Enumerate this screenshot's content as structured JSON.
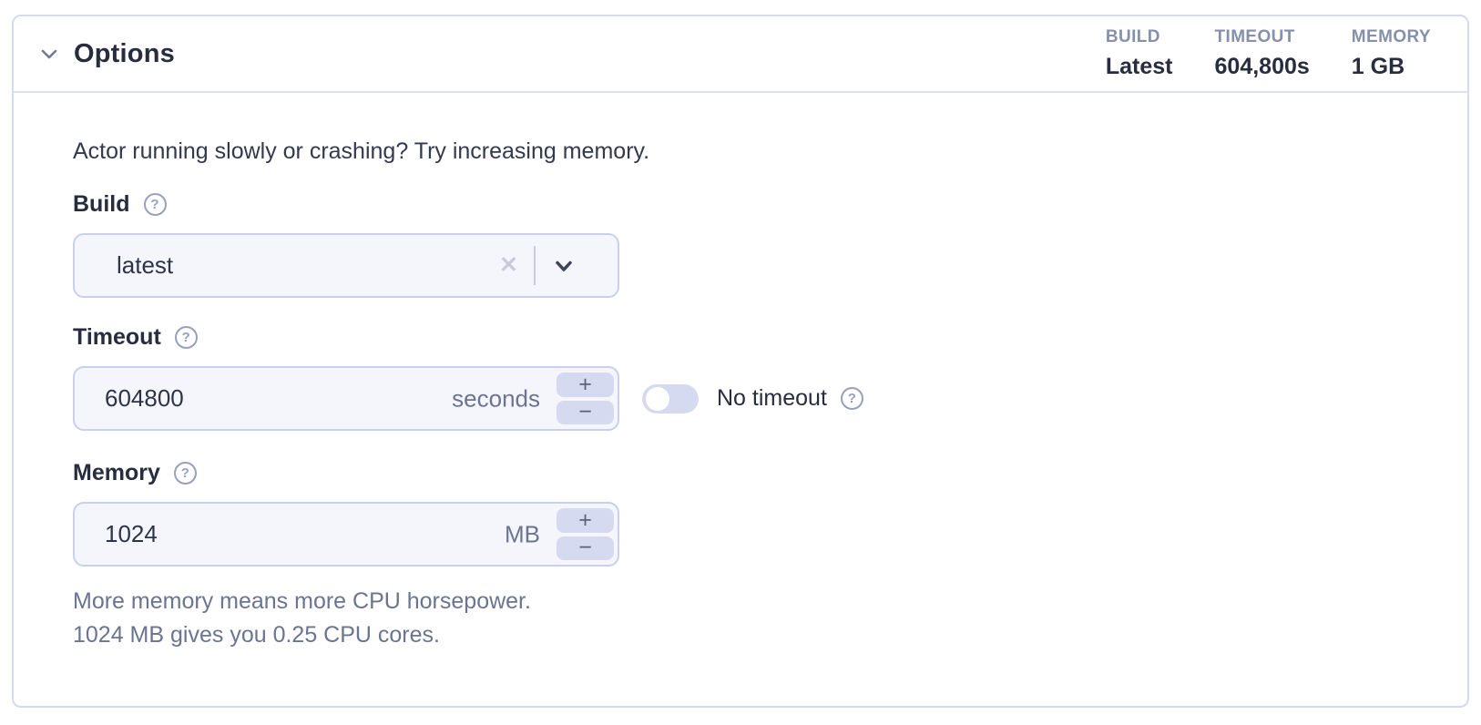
{
  "header": {
    "title": "Options",
    "stats": [
      {
        "label": "BUILD",
        "value": "Latest"
      },
      {
        "label": "TIMEOUT",
        "value": "604,800s"
      },
      {
        "label": "MEMORY",
        "value": "1 GB"
      }
    ]
  },
  "body": {
    "intro": "Actor running slowly or crashing? Try increasing memory.",
    "build": {
      "label": "Build",
      "value": "latest"
    },
    "timeout": {
      "label": "Timeout",
      "value": "604800",
      "unit": "seconds",
      "toggle_label": "No timeout",
      "toggle_state": "off"
    },
    "memory": {
      "label": "Memory",
      "value": "1024",
      "unit": "MB",
      "help_line1": "More memory means more CPU horsepower.",
      "help_line2": "1024 MB gives you 0.25 CPU cores."
    }
  },
  "icons": {
    "help": "?",
    "clear": "✕",
    "increment": "+",
    "decrement": "−"
  },
  "colors": {
    "card_border": "#d4daf0",
    "field_bg": "#f5f6fc",
    "field_border": "#c9d0ed",
    "accent_fill": "#d6daf1",
    "muted_text": "#6b7490",
    "stat_label": "#8590ac",
    "dark_text": "#272d3e"
  }
}
